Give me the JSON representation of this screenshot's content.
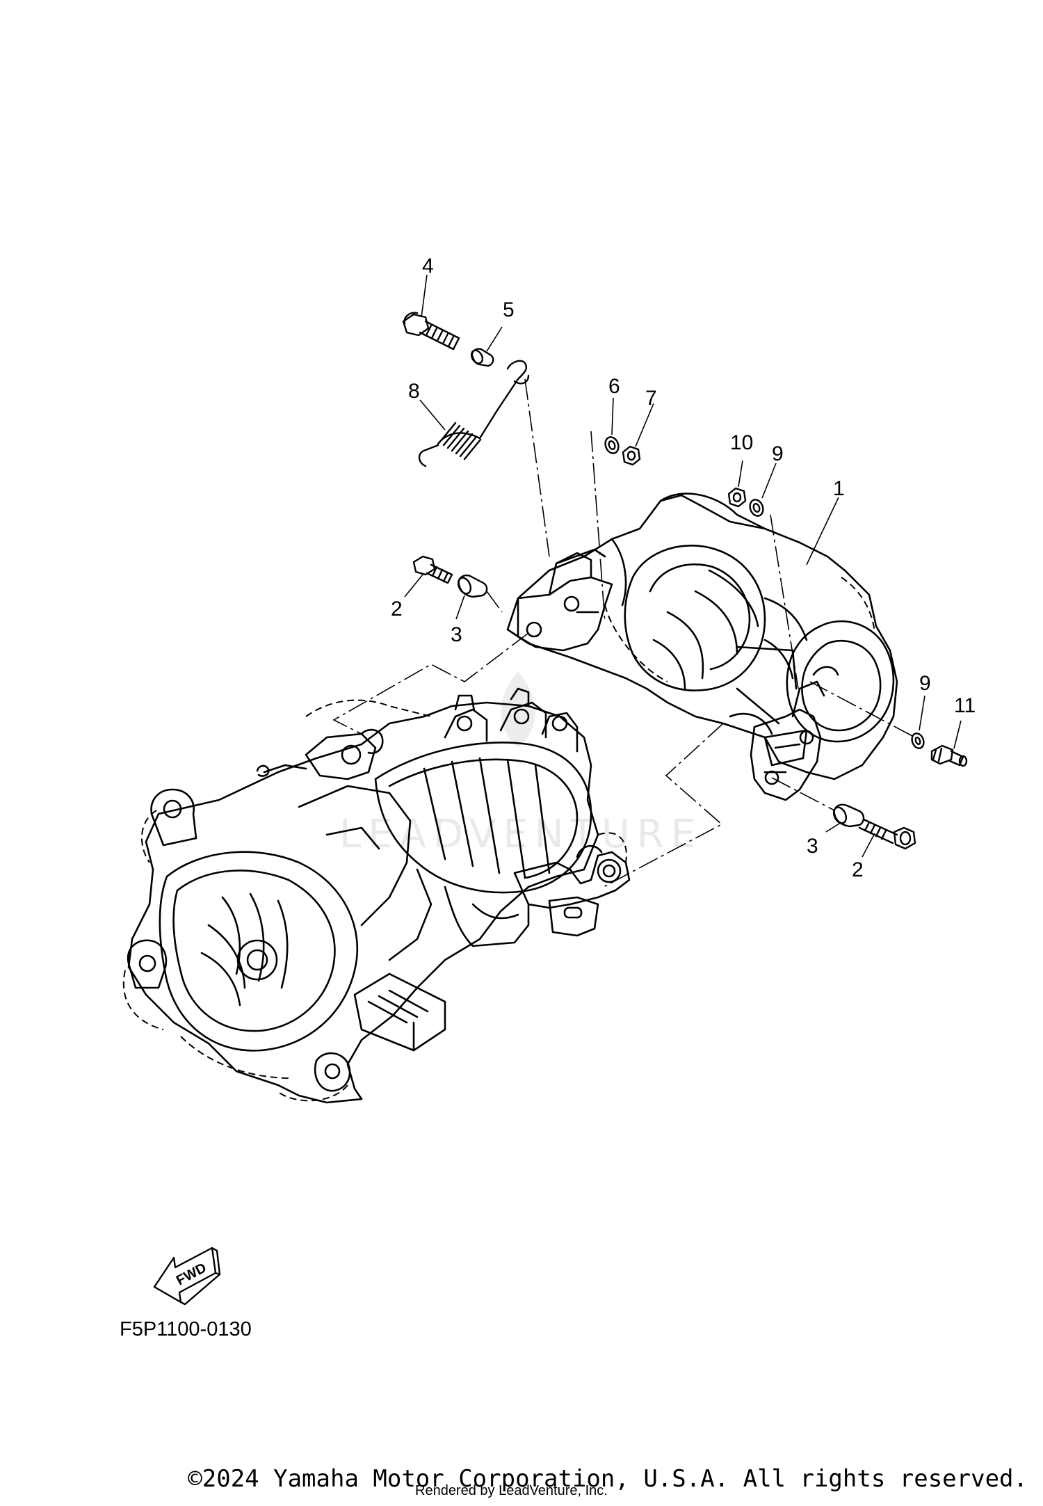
{
  "diagram": {
    "callouts": [
      "1",
      "2",
      "3",
      "4",
      "5",
      "6",
      "7",
      "8",
      "9",
      "10",
      "11"
    ],
    "direction_badge": "FWD",
    "watermark": "LEADVENTURE",
    "ref_code": "F5P1100-0130"
  },
  "footer": {
    "copyright": "©2024 Yamaha Motor Corporation, U.S.A. All rights reserved.",
    "rendered_by": "Rendered by LeadVenture, Inc."
  }
}
